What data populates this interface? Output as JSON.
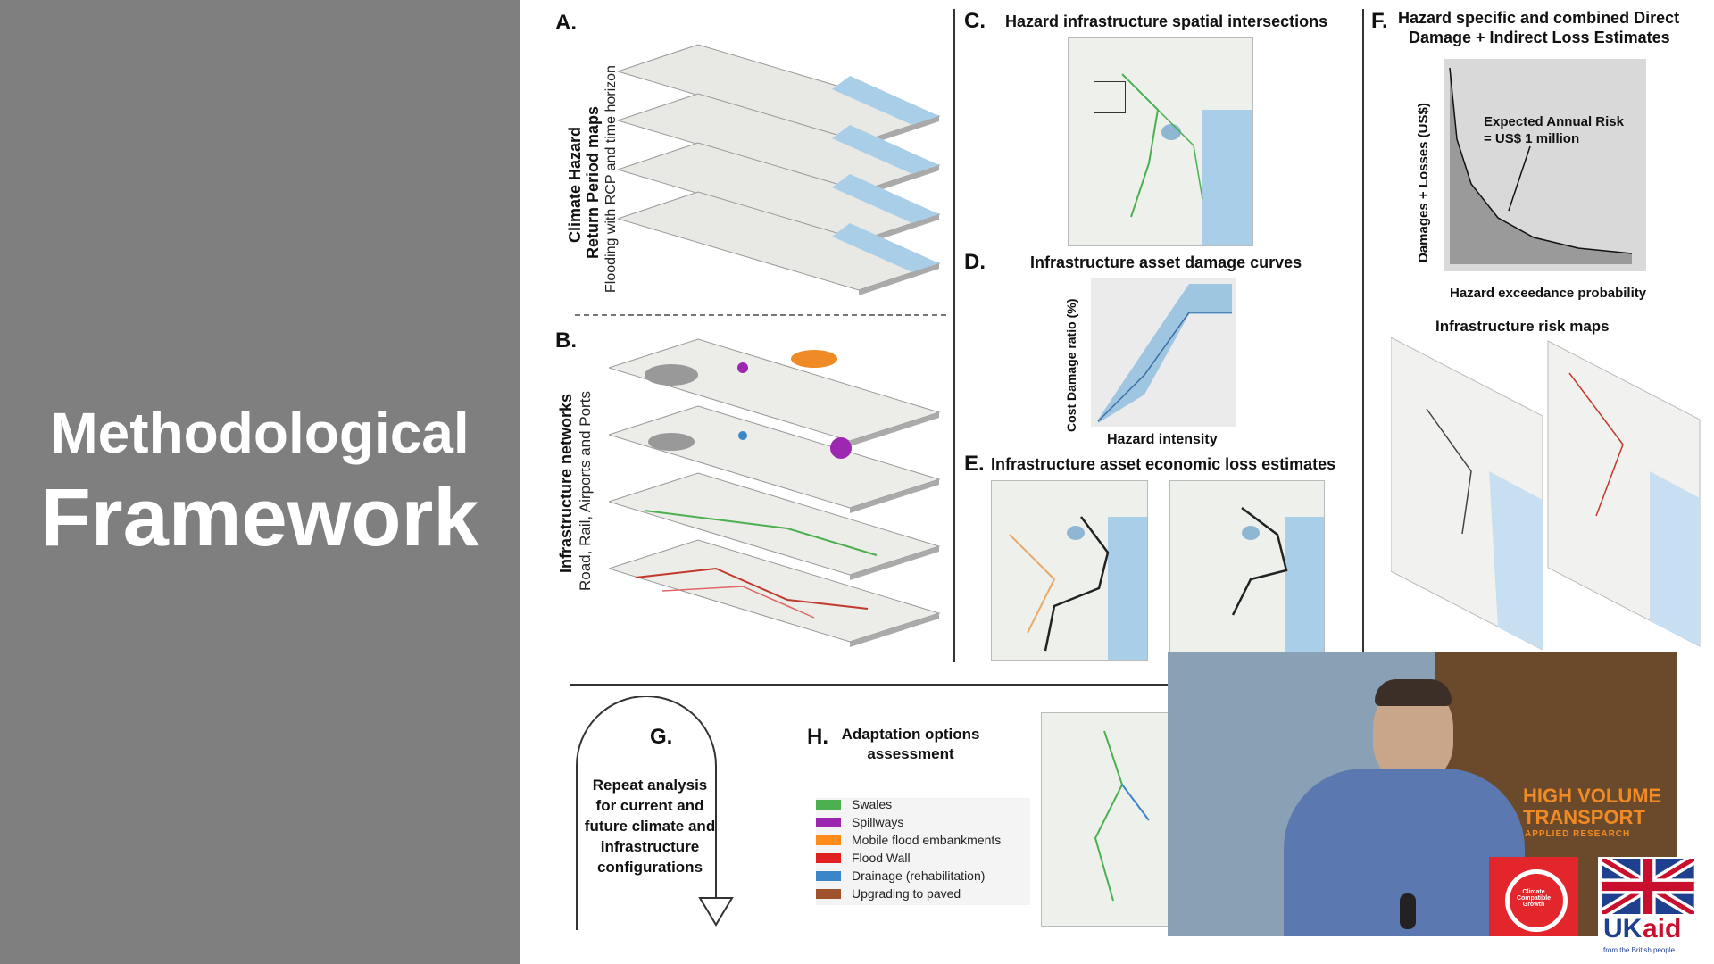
{
  "left_panel": {
    "title_line1": "Methodological",
    "title_line2": "Framework"
  },
  "sections": {
    "a": {
      "letter": "A.",
      "vertical_line1": "Climate Hazard",
      "vertical_line2": "Return Period maps",
      "vertical_line3": "Flooding with RCP and time horizon"
    },
    "b": {
      "letter": "B.",
      "vertical_line1": "Infrastructure networks",
      "vertical_line2": "Road, Rail, Airports and Ports"
    },
    "c": {
      "letter": "C.",
      "title": "Hazard infrastructure spatial intersections"
    },
    "d": {
      "letter": "D.",
      "title": "Infrastructure asset damage curves",
      "ylabel": "Cost Damage ratio (%)",
      "xlabel": "Hazard intensity"
    },
    "e": {
      "letter": "E.",
      "title": "Infrastructure asset economic loss estimates"
    },
    "f": {
      "letter": "F.",
      "title_line1": "Hazard specific and combined Direct",
      "title_line2": "Damage + Indirect Loss Estimates",
      "ylabel": "Damages + Losses (US$)",
      "xlabel": "Hazard exceedance probability",
      "annotation_line1": "Expected Annual Risk",
      "annotation_line2": "= US$ 1 million",
      "risk_maps_title": "Infrastructure risk maps"
    },
    "g": {
      "letter": "G.",
      "text_line1": "Repeat analysis",
      "text_line2": "for current and",
      "text_line3": "future climate and",
      "text_line4": "infrastructure",
      "text_line5": "configurations"
    },
    "h": {
      "letter": "H.",
      "title_line1": "Adaptation options",
      "title_line2": "assessment",
      "legend": [
        {
          "label": "Swales",
          "color": "#4caf50"
        },
        {
          "label": "Spillways",
          "color": "#9c27b0"
        },
        {
          "label": "Mobile flood embankments",
          "color": "#ff8c1a"
        },
        {
          "label": "Flood Wall",
          "color": "#e02020"
        },
        {
          "label": "Drainage (rehabilitation)",
          "color": "#3a86c8"
        },
        {
          "label": "Upgrading to paved",
          "color": "#a0522d"
        }
      ]
    }
  },
  "logos": {
    "hvt_line1": "HIGH VOLUME",
    "hvt_line2": "TRANSPORT",
    "hvt_line3": "APPLIED RESEARCH",
    "ukaid_uk": "UK",
    "ukaid_aid": "aid",
    "ukaid_sub": "from the British people",
    "ccg": "Climate Compatible Growth"
  },
  "colors": {
    "left_panel_bg": "#7f7f7f",
    "hvt_orange": "#f08a24",
    "ccg_red": "#e3262b",
    "ukaid_blue": "#1f3f8f"
  }
}
